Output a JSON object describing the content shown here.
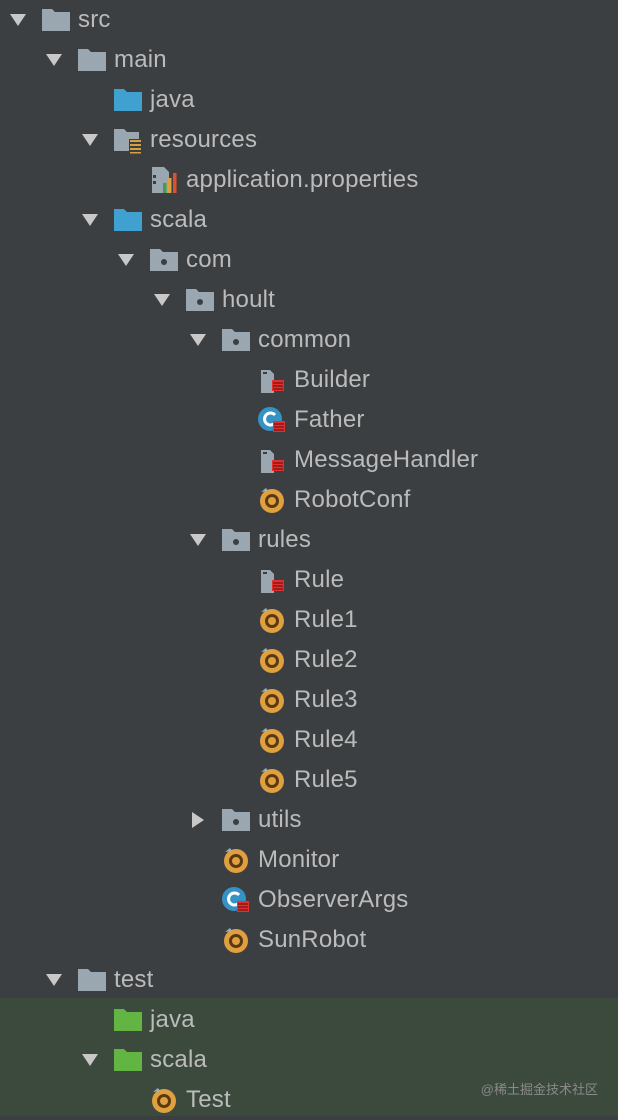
{
  "tree": [
    {
      "label": "src",
      "level": 0,
      "expander": "expanded",
      "icon": "folder-gray-icon"
    },
    {
      "label": "main",
      "level": 1,
      "expander": "expanded",
      "icon": "folder-gray-icon"
    },
    {
      "label": "java",
      "level": 2,
      "expander": "none",
      "icon": "folder-blue-icon"
    },
    {
      "label": "resources",
      "level": 2,
      "expander": "expanded",
      "icon": "folder-resources-icon"
    },
    {
      "label": "application.properties",
      "level": 3,
      "expander": "none",
      "icon": "properties-file-icon"
    },
    {
      "label": "scala",
      "level": 2,
      "expander": "expanded",
      "icon": "folder-blue-icon"
    },
    {
      "label": "com",
      "level": 3,
      "expander": "expanded",
      "icon": "package-icon"
    },
    {
      "label": "hoult",
      "level": 4,
      "expander": "expanded",
      "icon": "package-icon"
    },
    {
      "label": "common",
      "level": 5,
      "expander": "expanded",
      "icon": "package-icon"
    },
    {
      "label": "Builder",
      "level": 6,
      "expander": "none",
      "icon": "scala-trait-icon"
    },
    {
      "label": "Father",
      "level": 6,
      "expander": "none",
      "icon": "scala-class-icon"
    },
    {
      "label": "MessageHandler",
      "level": 6,
      "expander": "none",
      "icon": "scala-trait-icon"
    },
    {
      "label": "RobotConf",
      "level": 6,
      "expander": "none",
      "icon": "scala-object-icon"
    },
    {
      "label": "rules",
      "level": 5,
      "expander": "expanded",
      "icon": "package-icon"
    },
    {
      "label": "Rule",
      "level": 6,
      "expander": "none",
      "icon": "scala-trait-icon"
    },
    {
      "label": "Rule1",
      "level": 6,
      "expander": "none",
      "icon": "scala-object-icon"
    },
    {
      "label": "Rule2",
      "level": 6,
      "expander": "none",
      "icon": "scala-object-icon"
    },
    {
      "label": "Rule3",
      "level": 6,
      "expander": "none",
      "icon": "scala-object-icon"
    },
    {
      "label": "Rule4",
      "level": 6,
      "expander": "none",
      "icon": "scala-object-icon"
    },
    {
      "label": "Rule5",
      "level": 6,
      "expander": "none",
      "icon": "scala-object-icon"
    },
    {
      "label": "utils",
      "level": 5,
      "expander": "collapsed",
      "icon": "package-icon"
    },
    {
      "label": "Monitor",
      "level": 5,
      "expander": "none",
      "icon": "scala-object-icon"
    },
    {
      "label": "ObserverArgs",
      "level": 5,
      "expander": "none",
      "icon": "scala-class-icon"
    },
    {
      "label": "SunRobot",
      "level": 5,
      "expander": "none",
      "icon": "scala-object-icon"
    },
    {
      "label": "test",
      "level": 1,
      "expander": "expanded",
      "icon": "folder-gray-icon"
    },
    {
      "label": "java",
      "level": 2,
      "expander": "none",
      "icon": "folder-green-icon"
    },
    {
      "label": "scala",
      "level": 2,
      "expander": "expanded",
      "icon": "folder-green-icon"
    },
    {
      "label": "Test",
      "level": 3,
      "expander": "none",
      "icon": "scala-object-icon"
    }
  ],
  "watermark": "@稀土掘金技术社区",
  "colors": {
    "background": "#3c3f41",
    "test_highlight": "#3c4a3d",
    "text": "#bbbbbb",
    "folder_gray": "#9aa7b0",
    "folder_blue": "#40a0d0",
    "folder_green": "#62b543",
    "object_orange": "#e0a040",
    "class_blue": "#3592c4",
    "scala_red": "#e03030"
  }
}
